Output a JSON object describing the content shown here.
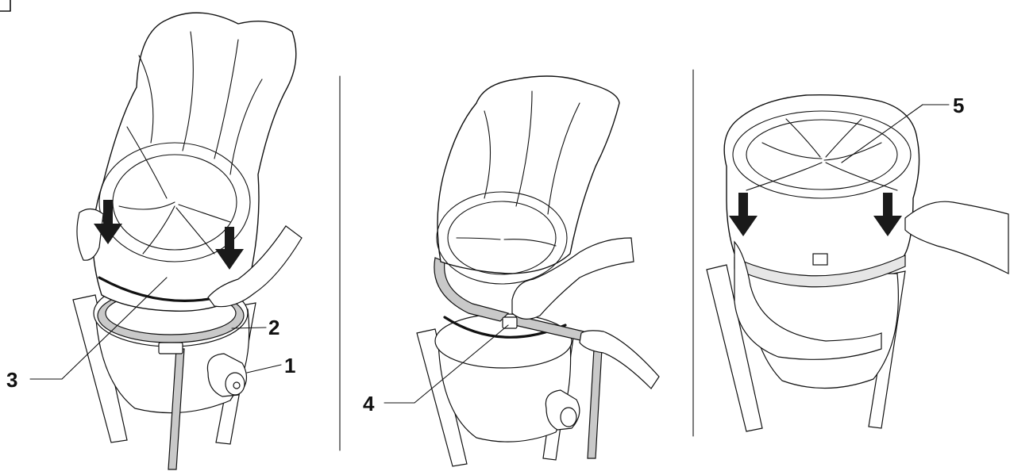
{
  "callouts": {
    "c1": "1",
    "c2": "2",
    "c3": "3",
    "c4": "4",
    "c5": "5"
  },
  "colors": {
    "ink": "#111111",
    "arrow": "#1a1a1a",
    "strap": "#c9c9c9",
    "background": "#ffffff"
  }
}
